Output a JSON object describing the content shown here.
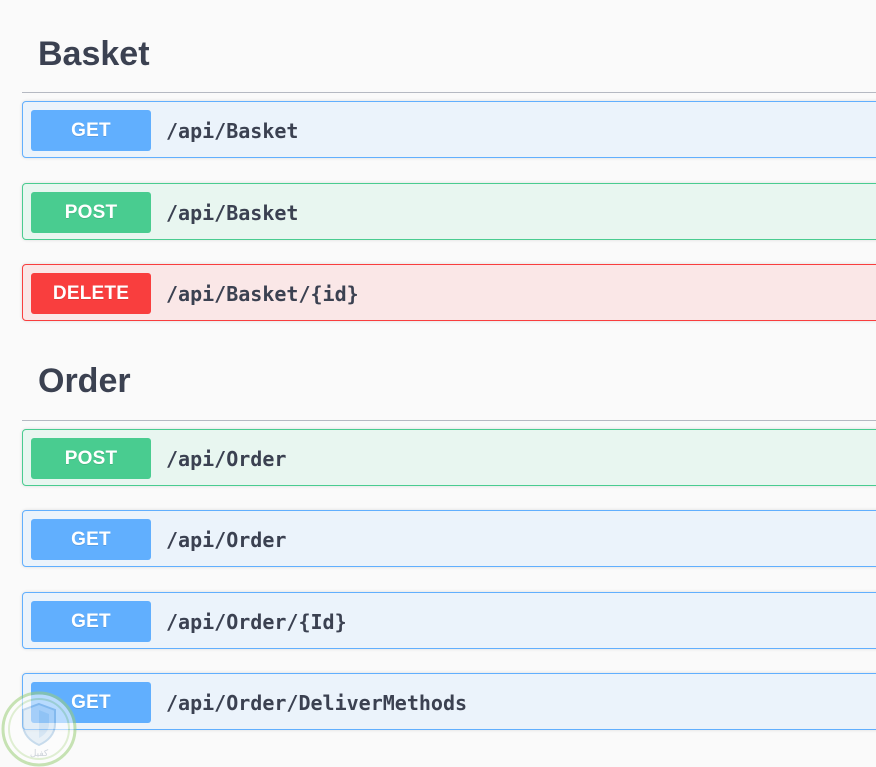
{
  "sections": [
    {
      "title": "Basket",
      "operations": [
        {
          "method": "GET",
          "path": "/api/Basket"
        },
        {
          "method": "POST",
          "path": "/api/Basket"
        },
        {
          "method": "DELETE",
          "path": "/api/Basket/{id}"
        }
      ]
    },
    {
      "title": "Order",
      "operations": [
        {
          "method": "POST",
          "path": "/api/Order"
        },
        {
          "method": "GET",
          "path": "/api/Order"
        },
        {
          "method": "GET",
          "path": "/api/Order/{Id}"
        },
        {
          "method": "GET",
          "path": "/api/Order/DeliverMethods"
        }
      ]
    }
  ],
  "colors": {
    "get": "#61affe",
    "post": "#49cc90",
    "delete": "#f93e3e",
    "text": "#3b4151"
  },
  "watermark": {
    "icon": "shield-icon",
    "text": "كفيل"
  }
}
